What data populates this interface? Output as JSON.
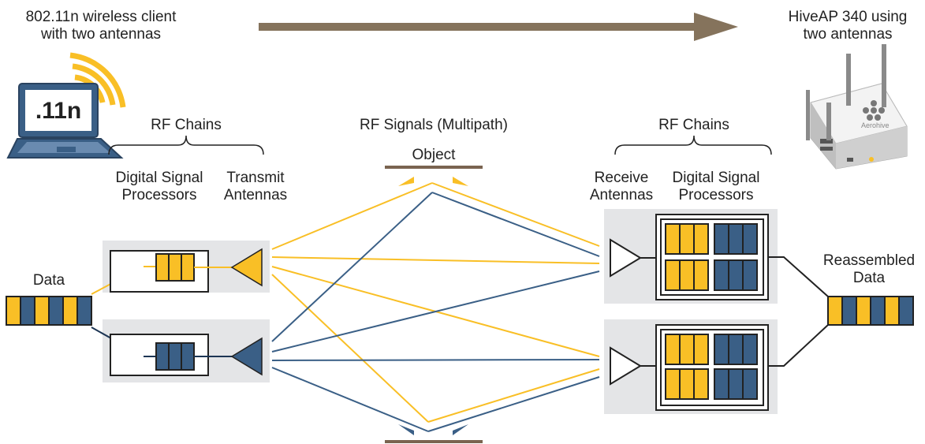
{
  "labels": {
    "client_line1": "802.11n wireless client",
    "client_line2": "with two antennas",
    "ap_line1": "HiveAP 340 using",
    "ap_line2": "two antennas",
    "laptop_screen": ".11n",
    "rf_chains_left": "RF Chains",
    "rf_chains_right": "RF Chains",
    "rf_signals": "RF Signals  (Multipath)",
    "object": "Object",
    "dsp_left_line1": "Digital Signal",
    "dsp_left_line2": "Processors",
    "tx_line1": "Transmit",
    "tx_line2": "Antennas",
    "rx_line1": "Receive",
    "rx_line2": "Antennas",
    "dsp_right_line1": "Digital Signal",
    "dsp_right_line2": "Processors",
    "data": "Data",
    "reassembled_line1": "Reassembled",
    "reassembled_line2": "Data",
    "ap_logo": "Aerohive"
  },
  "colors": {
    "yellow": "#F9BF26",
    "blue": "#3A5F86",
    "arrow": "#85735C",
    "object_bar": "#7A6450",
    "panel": "#E4E5E7",
    "outline": "#222222"
  }
}
